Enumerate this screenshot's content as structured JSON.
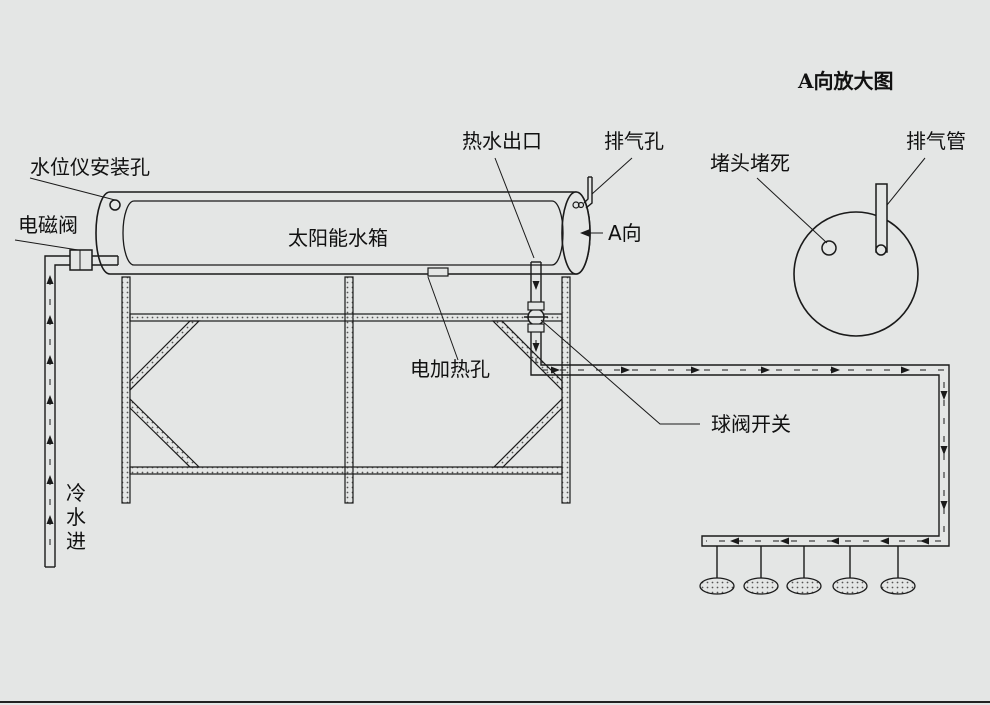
{
  "labels": {
    "water_level_hole": "水位仪安装孔",
    "solenoid_valve": "电磁阀",
    "tank": "太阳能水箱",
    "hot_water_outlet": "热水出口",
    "vent_hole": "排气孔",
    "a_direction": "A向",
    "electric_heat_hole": "电加热孔",
    "ball_valve": "球阀开关",
    "cold_water_in": [
      "冷",
      "水",
      "进"
    ],
    "a_view_title": "A向放大图",
    "plug": "堵头堵死",
    "vent_pipe": "排气管"
  },
  "colors": {
    "background": "#e4e6e5",
    "line": "#1a1a1a"
  }
}
